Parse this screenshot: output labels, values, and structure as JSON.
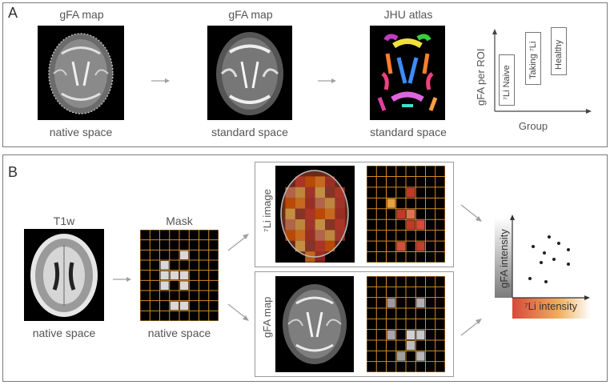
{
  "panel_a": {
    "letter": "A",
    "col1_title": "gFA map",
    "col1_caption": "native space",
    "col2_title": "gFA map",
    "col2_caption": "standard space",
    "col3_title": "JHU atlas",
    "col3_caption": "standard space",
    "plot": {
      "ylabel": "gFA per ROI",
      "xlabel": "Group",
      "bars": [
        "⁷Li Naive",
        "Taking ⁷Li",
        "Healthy"
      ],
      "bar_levels": [
        0.55,
        0.75,
        0.8
      ]
    }
  },
  "panel_b": {
    "letter": "B",
    "t1_title": "T1w",
    "t1_caption": "native space",
    "mask_title": "Mask",
    "mask_caption": "native space",
    "li_label": "⁷Li image",
    "gfa_label": "gFA map",
    "scatter": {
      "ylabel": "gFA intensity",
      "xlabel": "⁷Li intensity"
    }
  },
  "colors": {
    "grid_line": "#d4892b",
    "panel_border": "#7a7a7a",
    "arrow": "#9a9a9a"
  }
}
